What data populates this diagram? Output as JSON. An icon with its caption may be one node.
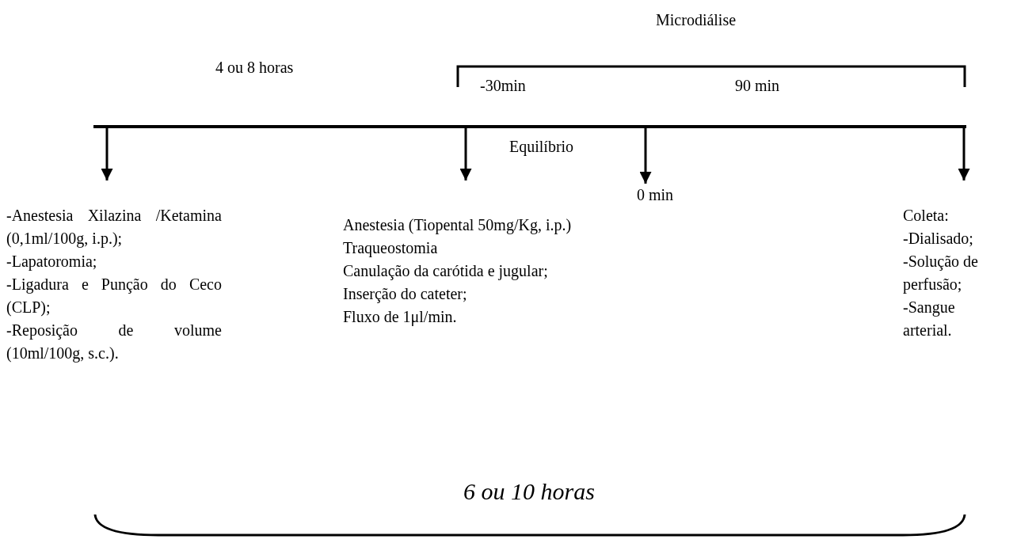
{
  "diagram": {
    "nodes": [
      {
        "text": [
          "-Anestesia Xilazina /Ketamina (0,1ml/100g, i.p.);",
          "-Lapatoromia;",
          "-Ligadura e Punção do Ceco (CLP);",
          "-Reposição de volume (10ml/100g, s.c.)."
        ]
      },
      {
        "text": [
          "Anestesia (Tiopental 50mg/Kg, i.p.)",
          "Traqueostomia",
          "Canulação da carótida e jugular;",
          "Inserção do cateter;",
          "Fluxo de 1μl/min."
        ]
      },
      {
        "text": [
          "0 min"
        ]
      },
      {
        "text": [
          "Coleta:",
          "-Dialisado;",
          "-Solução de perfusão;",
          "-Sangue arterial."
        ]
      }
    ],
    "edges": [
      {
        "from": null,
        "to": 0,
        "arrow": "to"
      },
      {
        "from": null,
        "to": 1,
        "arrow": "to"
      },
      {
        "from": null,
        "to": 2,
        "arrow": "to"
      },
      {
        "from": null,
        "to": 3,
        "arrow": "to"
      }
    ],
    "labels": [
      "Microdiálise",
      "4 ou 8 horas",
      "-30min",
      "90 min",
      "Equilíbrio",
      "6 ou 10 horas"
    ]
  }
}
